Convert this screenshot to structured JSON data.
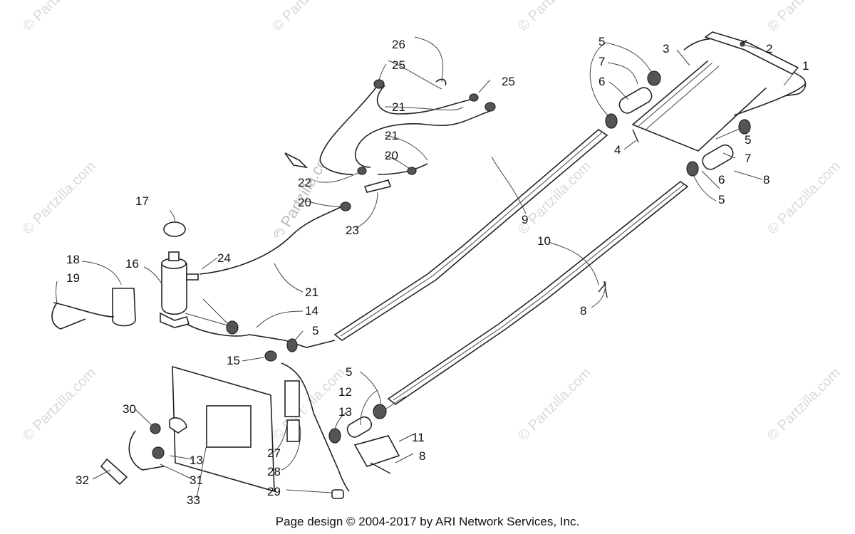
{
  "watermarks": [
    "© Partzilla.com"
  ],
  "center_watermark": "© Partzilla.com",
  "footer": "Page design © 2004-2017 by ARI Network Services, Inc.",
  "callouts": {
    "c1": "1",
    "c2": "2",
    "c3": "3",
    "c4": "4",
    "c5a": "5",
    "c5b": "5",
    "c5c": "5",
    "c5d": "5",
    "c5e": "5",
    "c6a": "6",
    "c6b": "6",
    "c7a": "7",
    "c7b": "7",
    "c8a": "8",
    "c8b": "8",
    "c8c": "8",
    "c9": "9",
    "c10": "10",
    "c11": "11",
    "c12": "12",
    "c13a": "13",
    "c13b": "13",
    "c14": "14",
    "c15": "15",
    "c16": "16",
    "c17": "17",
    "c18": "18",
    "c19": "19",
    "c20a": "20",
    "c20b": "20",
    "c21a": "21",
    "c21b": "21",
    "c21c": "21",
    "c22": "22",
    "c23": "23",
    "c24": "24",
    "c25a": "25",
    "c25b": "25",
    "c26": "26",
    "c27": "27",
    "c28": "28",
    "c29": "29",
    "c30": "30",
    "c31": "31",
    "c32": "32",
    "c33": "33"
  }
}
